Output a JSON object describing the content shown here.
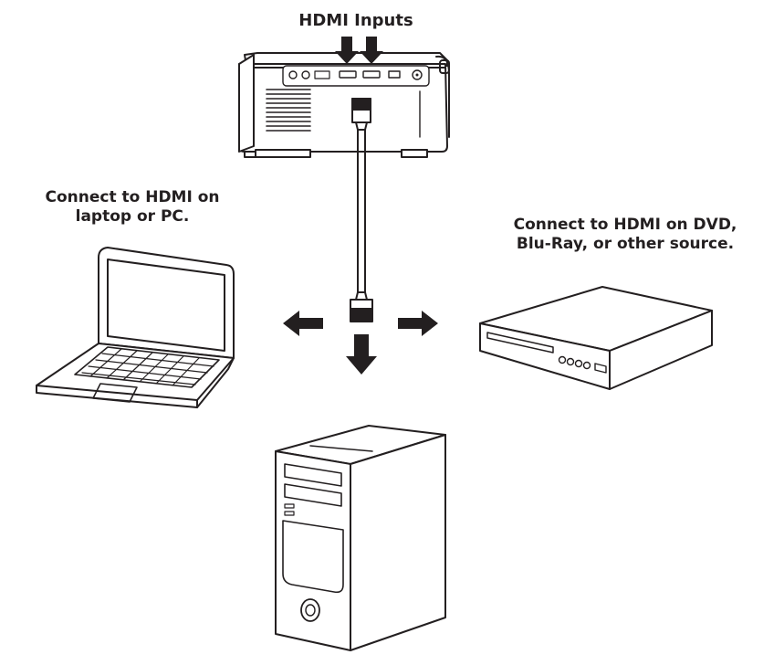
{
  "title": "HDMI Inputs",
  "laptop_caption": {
    "line1": "Connect to HDMI on",
    "line2": "laptop or PC."
  },
  "source_caption": {
    "line1": "Connect to HDMI on DVD,",
    "line2": "Blu-Ray, or other source."
  },
  "colors": {
    "ink": "#231f20",
    "background": "#ffffff"
  }
}
